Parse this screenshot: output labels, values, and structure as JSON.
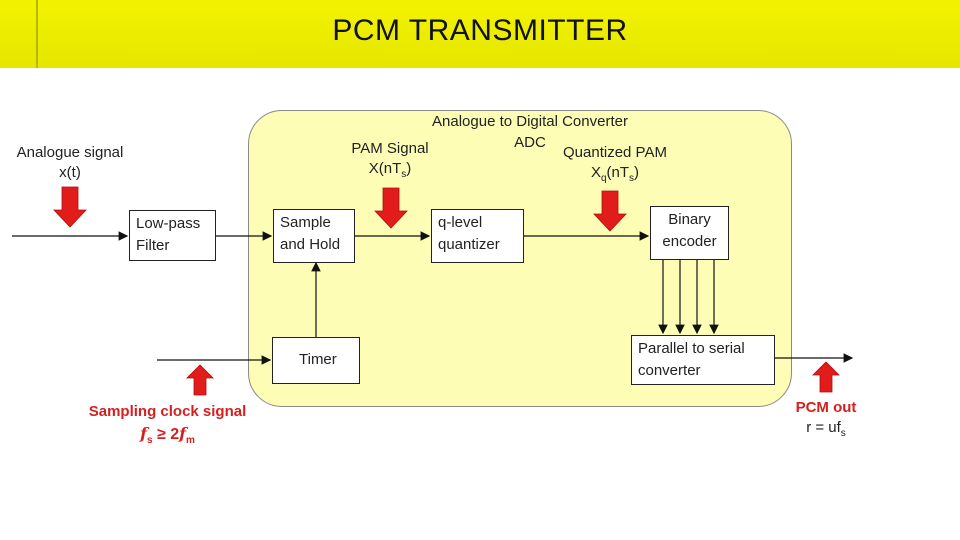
{
  "title": "PCM TRANSMITTER",
  "adc": {
    "line1": "Analogue to Digital Converter",
    "line2": "ADC"
  },
  "input_signal": {
    "line1": "Analogue signal",
    "line2": "x(t)"
  },
  "pam_signal": {
    "line1": "PAM Signal",
    "base": "X(nT",
    "sub": "s",
    "tail": ")"
  },
  "quantized_pam": {
    "line1": "Quantized PAM",
    "base": "X",
    "sub1": "q",
    "mid": "(nT",
    "sub2": "s",
    "tail": ")"
  },
  "blocks": {
    "lowpass": {
      "line1": "Low-pass",
      "line2": "Filter"
    },
    "sample_hold": {
      "line1": "Sample",
      "line2": "and Hold"
    },
    "quantizer": {
      "line1": "q-level",
      "line2": "quantizer"
    },
    "encoder": {
      "line1": "Binary",
      "line2": "encoder"
    },
    "timer": {
      "label": "Timer"
    },
    "p2s": {
      "line1": "Parallel to serial",
      "line2": "converter"
    }
  },
  "sampling_clock": {
    "label": "Sampling clock signal",
    "f1": "f",
    "s1": "s",
    "op": "≥ 2",
    "f2": "f",
    "s2": "m"
  },
  "pcm_out": {
    "line1": "PCM out",
    "base": "r = uf",
    "sub": "s"
  },
  "colors": {
    "title_bar": "#e6e600",
    "adc_fill": "#fdfdb5",
    "arrow_red": "#e21b1b",
    "text_red": "#d62020"
  }
}
